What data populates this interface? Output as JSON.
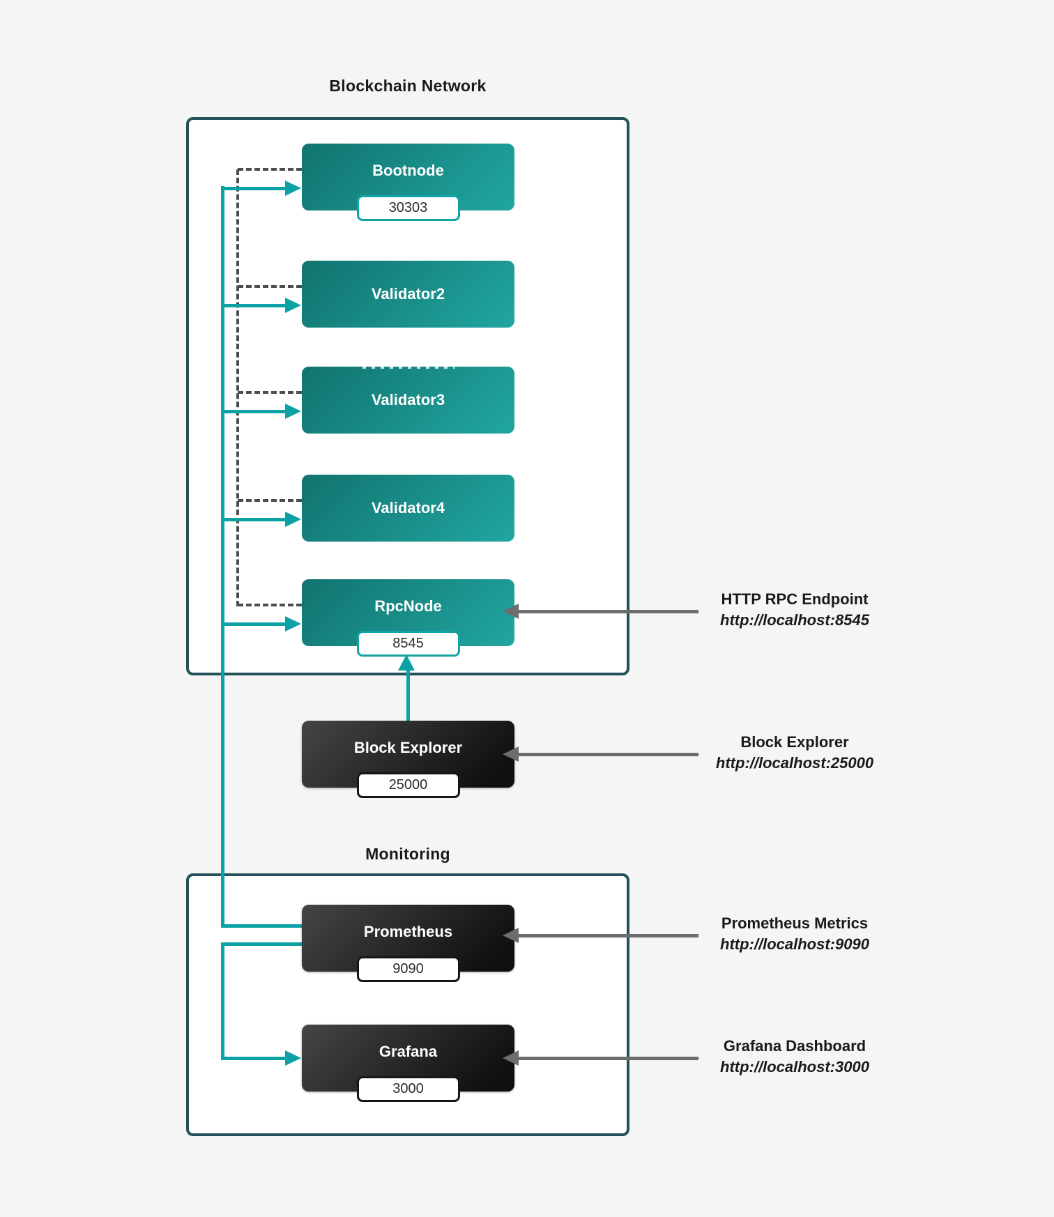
{
  "titles": {
    "blockchain_network": "Blockchain Network",
    "monitoring": "Monitoring"
  },
  "nodes": {
    "bootnode": {
      "label": "Bootnode",
      "port": "30303"
    },
    "validator2": {
      "label": "Validator2"
    },
    "validator3": {
      "label": "Validator3"
    },
    "validator4": {
      "label": "Validator4"
    },
    "rpcnode": {
      "label": "RpcNode",
      "port": "8545"
    },
    "block_explorer": {
      "label": "Block Explorer",
      "port": "25000"
    },
    "prometheus": {
      "label": "Prometheus",
      "port": "9090"
    },
    "grafana": {
      "label": "Grafana",
      "port": "3000"
    }
  },
  "annotations": [
    {
      "title": "HTTP RPC Endpoint",
      "url": "http://localhost:8545"
    },
    {
      "title": "Block Explorer",
      "url": "http://localhost:25000"
    },
    {
      "title": "Prometheus Metrics",
      "url": "http://localhost:9090"
    },
    {
      "title": "Grafana Dashboard",
      "url": "http://localhost:3000"
    }
  ],
  "colors": {
    "page_bg": "#f5f5f6",
    "cluster_bg": "#ffffff",
    "cluster_border": "#24505a",
    "teal_line": "#0aa2a4",
    "node_teal_start": "#11736f",
    "node_teal_end": "#21a6a0",
    "node_dark_start": "#454545",
    "node_dark_end": "#0f0f0f",
    "dashed_line": "#4d4d4d",
    "grey_arrow": "#6d6d6d",
    "badge_border_teal": "#12a3a5",
    "badge_border_dark": "#161616",
    "text_dark": "#1a1a1a",
    "node_text": "#ffffff",
    "badge_text": "#2d2d2d"
  }
}
